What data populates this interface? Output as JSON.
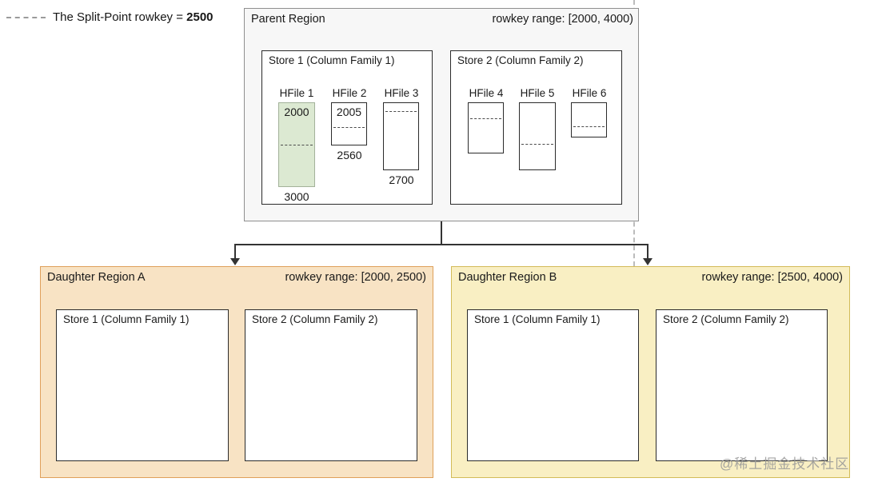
{
  "legend": {
    "text_prefix": "The Split-Point rowkey = ",
    "value": "2500"
  },
  "parent_region": {
    "title": "Parent Region",
    "rowkey_range": "rowkey range: [2000, 4000)",
    "stores": [
      {
        "label": "Store 1 (Column Family 1)",
        "hfiles": [
          {
            "name": "HFile 1",
            "top_value": "2000",
            "bottom_value": "3000"
          },
          {
            "name": "HFile 2",
            "top_value": "2005",
            "bottom_value": "2560"
          },
          {
            "name": "HFile 3",
            "bottom_value": "2700"
          }
        ]
      },
      {
        "label": "Store 2 (Column Family 2)",
        "hfiles": [
          {
            "name": "HFile 4"
          },
          {
            "name": "HFile 5"
          },
          {
            "name": "HFile 6"
          }
        ]
      }
    ]
  },
  "daughter_regions": [
    {
      "title": "Daughter Region A",
      "rowkey_range": "rowkey range: [2000, 2500)",
      "stores": [
        {
          "label": "Store 1 (Column Family 1)"
        },
        {
          "label": "Store 2 (Column Family 2)"
        }
      ]
    },
    {
      "title": "Daughter Region B",
      "rowkey_range": "rowkey range: [2500, 4000)",
      "stores": [
        {
          "label": "Store 1 (Column Family 1)"
        },
        {
          "label": "Store 2 (Column Family 2)"
        }
      ]
    }
  ],
  "watermark": "@稀土掘金技术社区",
  "colors": {
    "split_hfile_fill": "#dce9d2",
    "parent_region_bg": "#f7f7f7",
    "daughter_a_bg": "#f8e3c4",
    "daughter_a_border": "#dfa05a",
    "daughter_b_bg": "#f9efc3",
    "daughter_b_border": "#d3bb59",
    "connector_color": "#333333"
  }
}
